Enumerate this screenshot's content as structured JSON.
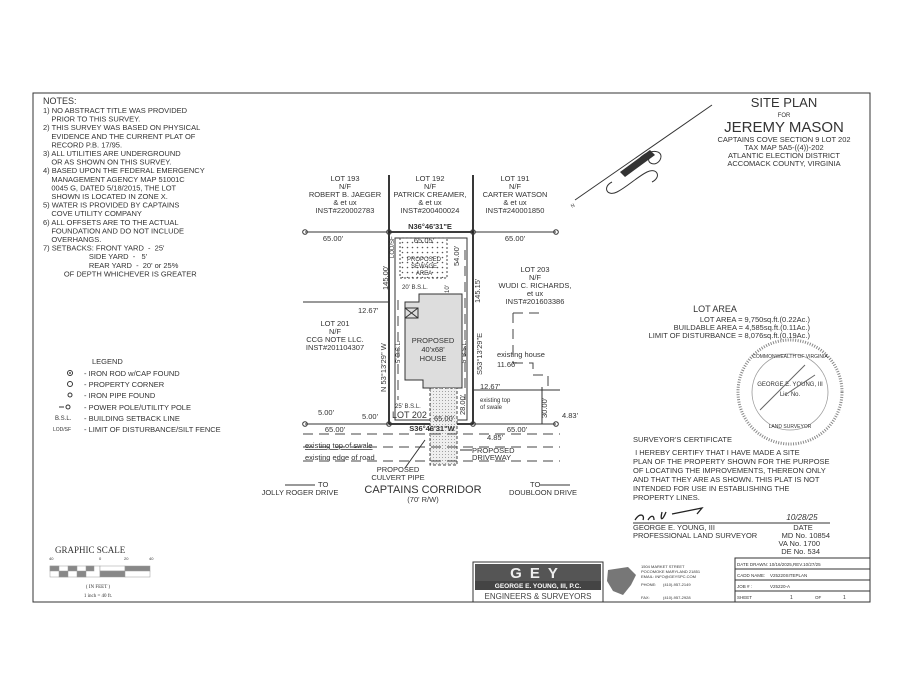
{
  "title_block": {
    "title": "SITE PLAN",
    "for": "FOR",
    "client": "JEREMY MASON",
    "lines": [
      "CAPTAINS COVE SECTION 9 LOT 202",
      "TAX MAP 5A5-((4))-202",
      "ATLANTIC ELECTION DISTRICT",
      "ACCOMACK COUNTY, VIRGINIA"
    ]
  },
  "notes": {
    "heading": "NOTES:",
    "lines": [
      "1) NO ABSTRACT TITLE WAS PROVIDED",
      "    PRIOR TO THIS SURVEY.",
      "2) THIS SURVEY WAS BASED ON PHYSICAL",
      "    EVIDENCE AND THE CURRENT PLAT OF",
      "    RECORD P.B. 17/95.",
      "3) ALL UTILITIES ARE UNDERGROUND",
      "    OR AS SHOWN ON THIS SURVEY.",
      "4) BASED UPON THE FEDERAL EMERGENCY",
      "    MANAGEMENT AGENCY MAP 51001C",
      "    0045 G, DATED 5/18/2015, THE LOT",
      "    SHOWN IS LOCATED IN ZONE X.",
      "5) WATER IS PROVIDED BY CAPTAINS",
      "    COVE UTILITY COMPANY",
      "6) ALL OFFSETS ARE TO THE ACTUAL",
      "    FOUNDATION AND DO NOT INCLUDE",
      "    OVERHANGS.",
      "7) SETBACKS: FRONT YARD  -  25'",
      "                      SIDE YARD  -   5'",
      "                      REAR YARD  -  20' or 25%",
      "          OF DEPTH WHICHEVER IS GREATER"
    ]
  },
  "legend": {
    "heading": "LEGEND",
    "items": [
      {
        "symbol": "iron-rod-icon",
        "label": "- IRON ROD w/CAP FOUND"
      },
      {
        "symbol": "property-corner-icon",
        "label": "- PROPERTY CORNER"
      },
      {
        "symbol": "iron-pipe-icon",
        "label": "- IRON PIPE FOUND"
      },
      {
        "symbol": "power-pole-icon",
        "label": "- POWER POLE/UTILITY POLE"
      },
      {
        "symbol": "B.S.L.",
        "label": "- BUILDING SETBACK LINE"
      },
      {
        "symbol": "LOD/SF",
        "label": "- LIMIT OF DISTURBANCE/SILT FENCE"
      }
    ]
  },
  "lots": {
    "lot193": [
      "LOT 193",
      "N/F",
      "ROBERT B. JAEGER",
      "& et ux",
      "INST#220002783"
    ],
    "lot192": [
      "LOT 192",
      "N/F",
      "PATRICK CREAMER,",
      "& et ux",
      "INST#200400024"
    ],
    "lot191": [
      "LOT 191",
      "N/F",
      "CARTER WATSON",
      "& et ux",
      "INST#240001850"
    ],
    "lot203": [
      "LOT 203",
      "N/F",
      "WUDI C. RICHARDS,",
      "et ux",
      "INST#201603386"
    ],
    "lot201": [
      "LOT 201",
      "N/F",
      "CCG NOTE LLC.",
      "INST#201104307"
    ]
  },
  "plan_labels": {
    "lot202": "LOT 202",
    "top_bearing": "N36°46'31\"E",
    "bottom_bearing": "S36°46'31\"W",
    "left_bearing": "N 53°13'29\" W",
    "right_bearing": "S53°13'29\"E",
    "left_length": "145.00'",
    "right_length": "145.15'",
    "top_left": "65.00'",
    "top_right": "65.00'",
    "top_lot": "65.05'",
    "bottom_left": "65.00'",
    "bottom_right": "65.00'",
    "bottom_lot": "65.00'",
    "dim_54": "54.00'",
    "dim_10": "10'",
    "dim_1267_a": "12.67'",
    "dim_1267_b": "12.67'",
    "dim_1166": "11.66'",
    "dim_28": "28.00'",
    "dim_30": "30.00'",
    "dim_5_a": "5.00'",
    "dim_5_b": "5.00'",
    "dim_483": "4.83'",
    "dim_485": "4.85'",
    "bsl_side": "5' B.S.L.",
    "bsl_front": "25' B.S.L.",
    "bsl_rear": "20' B.S.L.",
    "lod": "LOD/SF",
    "sewage": [
      "PROPOSED",
      "SEWAGE",
      "AREA"
    ],
    "house": [
      "PROPOSED",
      "40'x68'",
      "HOUSE"
    ],
    "existing_house": "existing house",
    "existing_swale_right": [
      "existing top",
      "of swale"
    ],
    "existing_swale": "existing top of swale",
    "existing_road": "existing edge of road",
    "culvert": [
      "PROPOSED",
      "CULVERT PIPE"
    ],
    "driveway": [
      "PROPOSED",
      "DRIVEWAY"
    ],
    "road": "CAPTAINS CORRIDOR",
    "road_row": "(70' R/W)",
    "to_left": [
      "TO",
      "JOLLY ROGER DRIVE"
    ],
    "to_right": [
      "TO",
      "DOUBLOON DRIVE"
    ]
  },
  "lot_area": {
    "heading": "LOT AREA",
    "lines": [
      "LOT AREA = 9,750sq.ft.(0.22Ac.)",
      "BUILDABLE AREA = 4,585sq.ft.(0.11Ac.)",
      "LIMIT OF DISTURBANCE = 8,076sq.ft.(0.19Ac.)"
    ]
  },
  "seal": {
    "text": [
      "COMMONWEALTH OF VIRGINIA",
      "GEORGE E. YOUNG, III",
      "Lic. No.",
      "LAND SURVEYOR"
    ]
  },
  "certificate": {
    "heading": "SURVEYOR'S CERTIFICATE",
    "lines": [
      " I HEREBY CERTIFY THAT I HAVE MADE A SITE",
      "PLAN OF THE PROPERTY SHOWN FOR THE PURPOSE",
      "OF LOCATING THE IMPROVEMENTS, THEREON ONLY",
      "AND THAT THEY ARE AS SHOWN. THIS PLAT IS NOT",
      "INTENDED FOR USE IN ESTABLISHING THE",
      "PROPERTY LINES."
    ],
    "signature_date": "10/28/25",
    "name": "GEORGE E. YOUNG, III",
    "date_label": "DATE",
    "title": "PROFESSIONAL LAND SURVEYOR",
    "licenses": [
      "MD No. 10854",
      "VA No. 1700",
      "DE No. 534"
    ]
  },
  "graphic_scale": {
    "title": "GRAPHIC SCALE",
    "ticks": [
      "40",
      "0",
      "20",
      "40"
    ],
    "units": "( IN FEET )",
    "ratio": "1 inch = 40 ft."
  },
  "firm": {
    "logo": "GEY",
    "name": "GEORGE E. YOUNG, III, P.C.",
    "tagline": "ENGINEERS & SURVEYORS",
    "address": [
      "1504 MARKET STREET",
      "POCOMOKE MARYLAND 21851",
      "EMAIL: INFO@GEYSPC.COM"
    ],
    "phone_label": "PHONE:",
    "phone": "(410)-957-2149",
    "fax_label": "FAX:",
    "fax": "(410)-957-2928"
  },
  "sheet_info": {
    "date_drawn": "DATE DRAWN: 10/16/2025,REV.10/27/25",
    "cadd_label": "CADD NAME:",
    "cadd": "V25220SITEPLAN",
    "job_label": "JOB # :",
    "job": "V25220-A",
    "sheet_label": "SHEET",
    "sheet": "1",
    "of": "OF",
    "total": "1"
  },
  "north_arrow_label": "N"
}
